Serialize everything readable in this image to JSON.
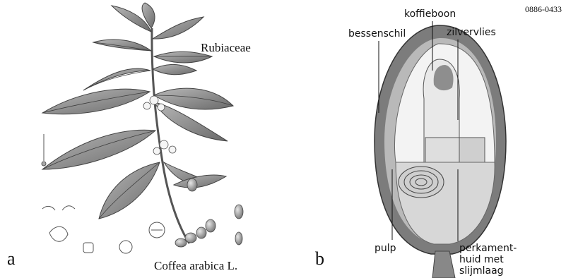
{
  "figure_code": "0886-0433",
  "panel_a": {
    "letter": "a",
    "family_label": "Rubiaceae",
    "species_label": "Coffea arabica L."
  },
  "panel_b": {
    "letter": "b",
    "labels": {
      "coffee_bean": "koffieboon",
      "berry_skin": "bessenschil",
      "silver_skin": "zilvervlies",
      "pulp": "pulp",
      "parchment_line1": "perkament-",
      "parchment_line2": "huid met",
      "parchment_line3": "slijmlaag"
    }
  },
  "colors": {
    "ink": "#111111",
    "leaf_fill": "#9a9a9a",
    "leaf_dark": "#6d6d6d",
    "berry_dark": "#7c7c7c",
    "berry_mid": "#b9b9b9",
    "pulp_light": "#dcdcdc",
    "bean_white": "#f7f7f7"
  }
}
